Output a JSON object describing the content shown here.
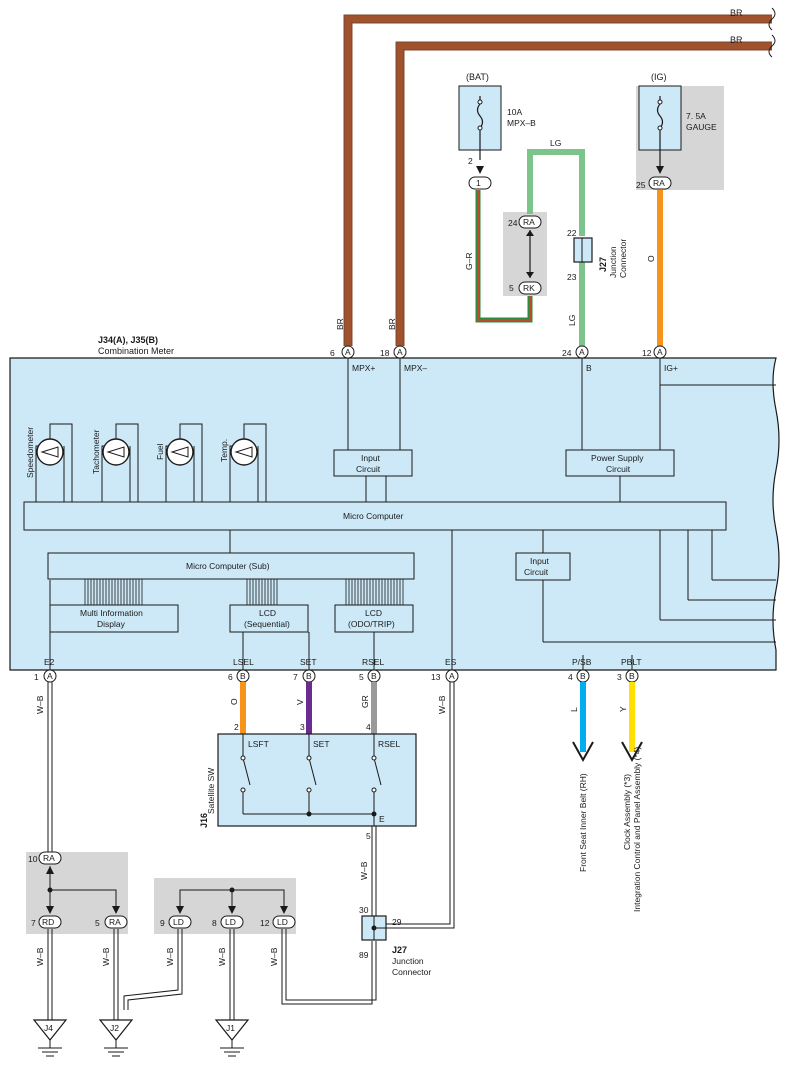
{
  "colors": {
    "brown": "#a0522d",
    "light_green": "#7cc48b",
    "orange": "#f7941d",
    "purple": "#6a2c91",
    "gray_wire": "#9a9a9a",
    "blue_wire": "#00aeef",
    "yellow_wire": "#ffe000",
    "meter_fill": "#cde9f7",
    "shade": "#d6d6d6"
  },
  "wires_top": {
    "br1": "BR",
    "br2": "BR"
  },
  "bat": {
    "label": "(BAT)",
    "fuse_line1": "10A",
    "fuse_line2": "MPX–B",
    "pin": "2",
    "conn": "1"
  },
  "ig": {
    "label": "(IG)",
    "fuse_line1": "7. 5A",
    "fuse_line2": "GAUGE",
    "pin": "25",
    "conn": "RA",
    "wire": "O"
  },
  "lg_loop": {
    "wire_top": "LG",
    "wire_side": "LG",
    "wire_gr": "G–R"
  },
  "ra_rk": {
    "ra_pin": "24",
    "ra": "RA",
    "rk_pin": "5",
    "rk": "RK"
  },
  "j27_top": {
    "pin_top": "22",
    "pin_bottom": "23",
    "id": "J27",
    "name1": "Junction",
    "name2": "Connector"
  },
  "meter": {
    "ids": "J34(A), J35(B)",
    "name": "Combination Meter",
    "pins_top": [
      {
        "pin": "6",
        "conn": "A",
        "wire": "BR",
        "sig": "MPX+"
      },
      {
        "pin": "18",
        "conn": "A",
        "wire": "BR",
        "sig": "MPX–"
      },
      {
        "pin": "24",
        "conn": "A",
        "wire": "LG",
        "sig": "B"
      },
      {
        "pin": "12",
        "conn": "A",
        "wire": "O",
        "sig": "IG+"
      }
    ],
    "gauges": [
      "Speedometer",
      "Tachometer",
      "Fuel",
      "Temp."
    ],
    "input_circuit_1": [
      "Input",
      "Circuit"
    ],
    "power_supply": [
      "Power Supply",
      "Circuit"
    ],
    "micro_computer": "Micro Computer",
    "micro_sub": "Micro Computer (Sub)",
    "input_circuit_2": [
      "Input",
      "Circuit"
    ],
    "mid": [
      "Multi Information",
      "Display"
    ],
    "lcd_seq": [
      "LCD",
      "(Sequential)"
    ],
    "lcd_odo": [
      "LCD",
      "(ODO/TRIP)"
    ],
    "pins_bottom": [
      {
        "sig": "E2",
        "pin": "1",
        "conn": "A",
        "wire": "W–B"
      },
      {
        "sig": "LSEL",
        "pin": "6",
        "conn": "B",
        "wire": "O"
      },
      {
        "sig": "SET",
        "pin": "7",
        "conn": "B",
        "wire": "V"
      },
      {
        "sig": "RSEL",
        "pin": "5",
        "conn": "B",
        "wire": "GR"
      },
      {
        "sig": "ES",
        "pin": "13",
        "conn": "A",
        "wire": "W–B"
      },
      {
        "sig": "P/SB",
        "pin": "4",
        "conn": "B",
        "wire": "L"
      },
      {
        "sig": "PBLT",
        "pin": "3",
        "conn": "B",
        "wire": "Y"
      }
    ]
  },
  "satellite": {
    "id": "J16",
    "name": "Satellite SW",
    "pins": [
      "2",
      "3",
      "4"
    ],
    "switches": [
      "LSFT",
      "SET",
      "RSEL"
    ],
    "e": "E",
    "e_pin": "5",
    "e_wire": "W–B"
  },
  "arrows": {
    "psb_line1": "Front Seat Inner Belt (RH)",
    "pblt_line1": "Clock Assembly (*3)",
    "pblt_line2": "Integration Control and Panel Assembly (*4)"
  },
  "ra_group": {
    "top_pin": "10",
    "top": "RA",
    "left_pin": "7",
    "left": "RD",
    "right_pin": "5",
    "right": "RA",
    "w1": "W–B",
    "w2": "W–B"
  },
  "ld_group": {
    "pins": [
      "9",
      "8",
      "12"
    ],
    "conn": "LD",
    "wires": [
      "W–B",
      "W–B",
      "W–B"
    ]
  },
  "j27_bottom": {
    "pin_top": "30",
    "pin_right": "29",
    "pin_bottom": "89",
    "id": "J27",
    "name1": "Junction",
    "name2": "Connector"
  },
  "grounds": [
    "J4",
    "J2",
    "J1"
  ]
}
